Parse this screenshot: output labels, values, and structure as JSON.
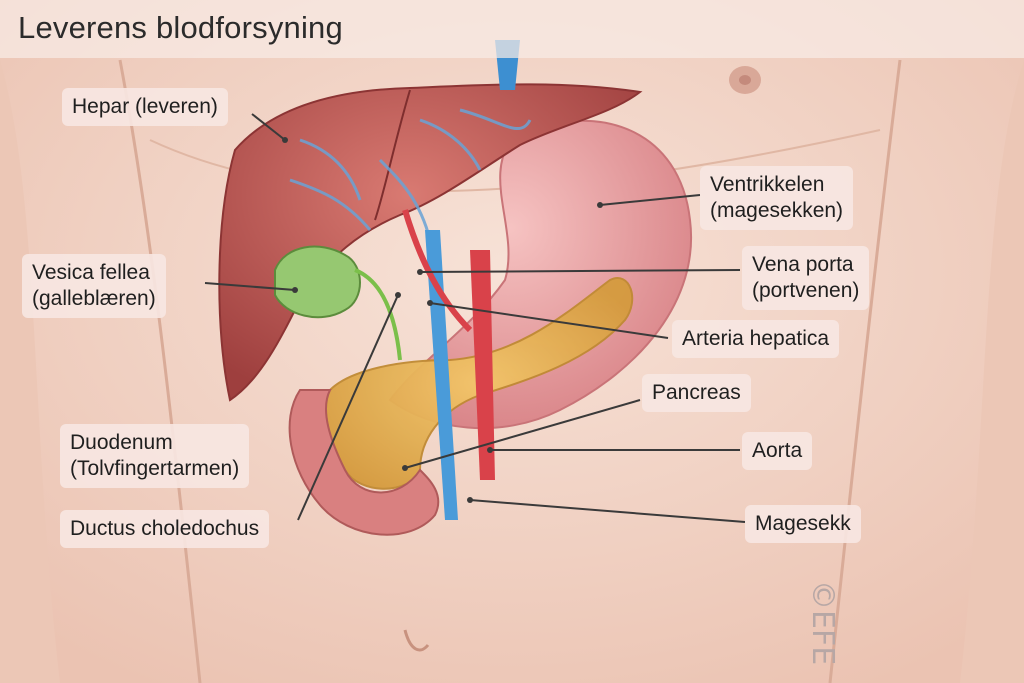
{
  "title": "Leverens blodforsyning",
  "labels": {
    "hepar": "Hepar (leveren)",
    "ventrikkel_1": "Ventrikkelen",
    "ventrikkel_2": "(magesekken)",
    "vesica_1": "Vesica fellea",
    "vesica_2": "(galleblæren)",
    "vena_1": "Vena porta",
    "vena_2": "(portvenen)",
    "arteria": "Arteria hepatica",
    "pancreas": "Pancreas",
    "duodenum_1": "Duodenum",
    "duodenum_2": "(Tolvfingertarmen)",
    "aorta": "Aorta",
    "ductus": "Ductus choledochus",
    "magesekk": "Magesekk"
  },
  "watermark": "©EFE",
  "colors": {
    "skin": "#f3d8cb",
    "liver": "#b85a55",
    "stomach": "#e9a0a3",
    "gallbladder": "#8fc06a",
    "pancreas": "#e6b45a",
    "vein": "#4a9bd9",
    "artery": "#d9424a"
  }
}
